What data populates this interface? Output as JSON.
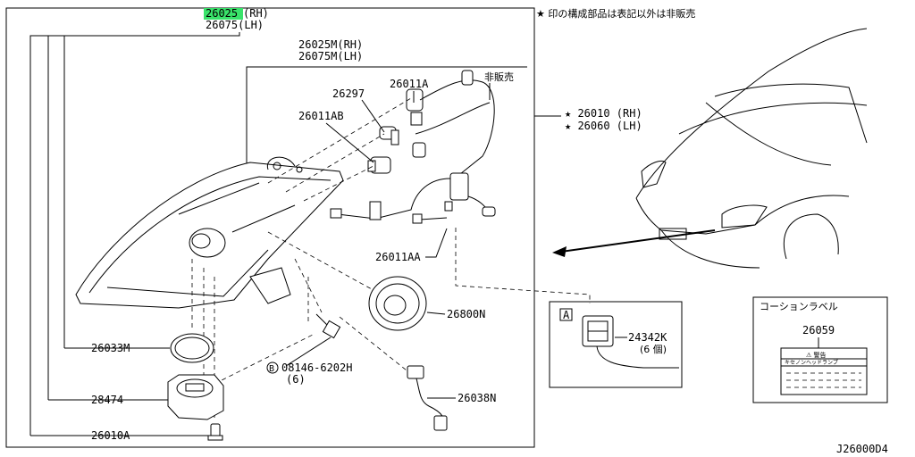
{
  "note": "★ 印の構成部品は表記以外は非販売",
  "highlight_color": "#39e36a",
  "main_part": {
    "rh": "26025",
    "rh_suffix": "(RH)",
    "lh": "26075(LH)"
  },
  "assembly": {
    "rh": "26025M(RH)",
    "lh": "26075M(LH)"
  },
  "set": {
    "rh": "★ 26010 (RH)",
    "lh": "★ 26060 (LH)"
  },
  "labels": {
    "p26011A": "26011A",
    "not_sold": "非販売",
    "p26297": "26297",
    "p26011AB": "26011AB",
    "p26011AA": "26011AA",
    "p26800N": "26800N",
    "p26033M": "26033M",
    "bolt_circle": "B",
    "bolt_num": "08146-6202H",
    "bolt_qty": "(6)",
    "p26038N": "26038N",
    "p28474": "28474",
    "p26010A": "26010A"
  },
  "detail_a": {
    "tag": "A",
    "part": "24342K",
    "qty": "(6 個)"
  },
  "caution": {
    "title": "コーションラベル",
    "part": "26059",
    "sticker_warning": "⚠ 警告",
    "sticker_line": "キセノンヘッドランプ"
  },
  "diagram_code": "J26000D4"
}
